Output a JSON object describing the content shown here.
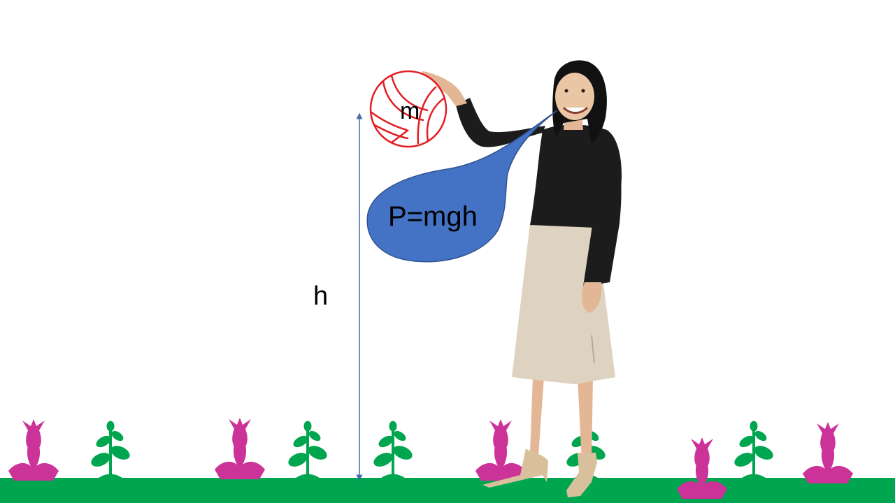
{
  "labels": {
    "mass": "m",
    "height": "h",
    "formula": "P=mgh"
  },
  "colors": {
    "background": "#ffffff",
    "ground": "#00a64f",
    "tulip": "#cc3399",
    "sprout": "#00a64f",
    "ball_stroke": "#e31e24",
    "speech_bubble": "#4472c4",
    "height_arrow": "#4a6ba8"
  },
  "icons": {
    "ball": "volleyball-icon",
    "flower": "tulip-icon",
    "plant": "sprout-icon",
    "person": "woman-figure"
  }
}
